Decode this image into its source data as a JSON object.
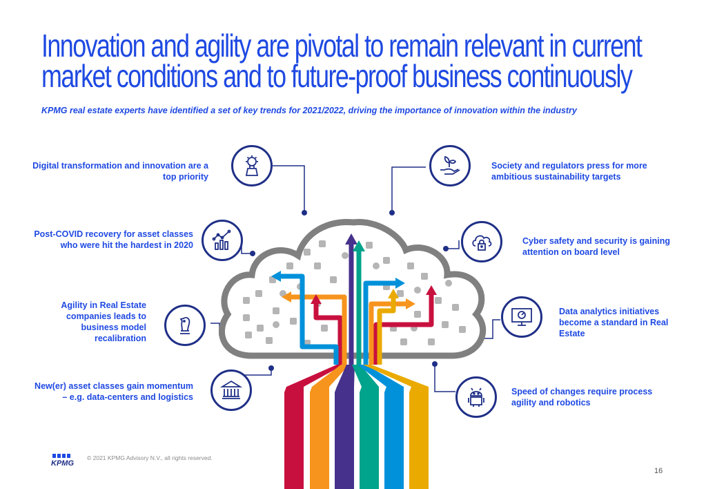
{
  "title": {
    "line1": "Innovation and agility are pivotal to remain relevant in current",
    "line2": "market conditions and to future-proof business continuously"
  },
  "subtitle": "KPMG real estate experts have identified a set of key trends for 2021/2022, driving the importance of innovation within the industry",
  "trends": {
    "left": [
      {
        "text": "Digital transformation and innovation are a top priority",
        "icon": "lightbulb-box-icon"
      },
      {
        "text": "Post-COVID recovery for asset classes who were hit the hardest in 2020",
        "icon": "growth-chart-icon"
      },
      {
        "text": "Agility in Real Estate companies leads to business model recalibration",
        "icon": "chess-knight-icon"
      },
      {
        "text": "New(er) asset classes gain momentum – e.g. data-centers and logistics",
        "icon": "institution-building-icon"
      }
    ],
    "right": [
      {
        "text": "Society and regulators press for more ambitious sustainability targets",
        "icon": "plant-hand-icon"
      },
      {
        "text": "Cyber safety and security is gaining attention on board level",
        "icon": "cloud-lock-icon"
      },
      {
        "text": "Data analytics initiatives become a standard in Real Estate",
        "icon": "monitor-analytics-icon"
      },
      {
        "text": "Speed of changes require process agility and robotics",
        "icon": "robot-icon"
      }
    ]
  },
  "colors": {
    "accent_blue": "#1e49e2",
    "dark_navy": "#1f2f87",
    "stripes": [
      "#c8103e",
      "#f7941d",
      "#46328c",
      "#00a38b",
      "#0091da",
      "#eaaa00"
    ]
  },
  "footer": {
    "logo": "KPMG",
    "copyright": "© 2021 KPMG Advisory N.V., all rights reserved.",
    "page_number": "16"
  }
}
